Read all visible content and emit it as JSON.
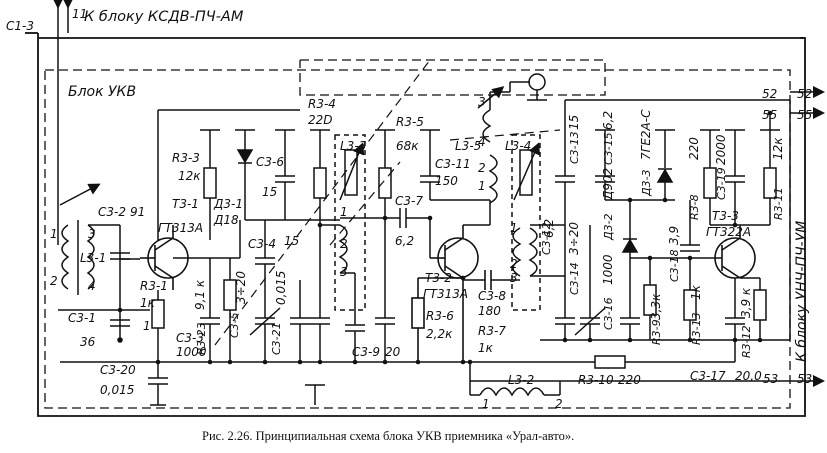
{
  "top_label": "К блоку КСДВ-ПЧ-АМ",
  "right_label": "К блоку УНЧ-ПЧ-УМ",
  "block_title": "Блок УКВ",
  "caption": "Рис. 2.26. Принципиальная схема блока УКВ приемника «Урал-авто».",
  "colors": {
    "ink": "#111111",
    "paper": "#ffffff"
  },
  "labels": [
    {
      "id": "c1_3",
      "text": "C1-3"
    },
    {
      "id": "term11",
      "text": "11"
    },
    {
      "id": "c3_2",
      "text": "C3-2"
    },
    {
      "id": "c3_2v",
      "text": "91"
    },
    {
      "id": "l3_1",
      "text": "L3-1"
    },
    {
      "id": "l31_1",
      "text": "1"
    },
    {
      "id": "l31_2",
      "text": "2"
    },
    {
      "id": "l31_3",
      "text": "3"
    },
    {
      "id": "l31_4",
      "text": "4"
    },
    {
      "id": "c3_1",
      "text": "C3-1"
    },
    {
      "id": "c3_1v",
      "text": "36"
    },
    {
      "id": "gnd1",
      "text": "1"
    },
    {
      "id": "t3_1",
      "text": "T3-1"
    },
    {
      "id": "t3_1t",
      "text": "ГТ313А"
    },
    {
      "id": "r3_1",
      "text": "R3-1"
    },
    {
      "id": "r3_1v",
      "text": "1к"
    },
    {
      "id": "c3_20",
      "text": "C3-20"
    },
    {
      "id": "c3_20v",
      "text": "0,015"
    },
    {
      "id": "r3_3",
      "text": "R3-3"
    },
    {
      "id": "r3_3v",
      "text": "12к"
    },
    {
      "id": "c3_6",
      "text": "C3-6"
    },
    {
      "id": "c3_6v",
      "text": "15"
    },
    {
      "id": "d3_1",
      "text": "Д3-1"
    },
    {
      "id": "d3_1t",
      "text": "Д18"
    },
    {
      "id": "c3_3",
      "text": "C3-3"
    },
    {
      "id": "c3_3v",
      "text": "1000"
    },
    {
      "id": "r3_23",
      "text": "R3-23"
    },
    {
      "id": "r3_23v",
      "text": "9,1 к"
    },
    {
      "id": "c3_4",
      "text": "C3-4"
    },
    {
      "id": "c3_4v",
      "text": "15"
    },
    {
      "id": "c3_5",
      "text": "C3-5"
    },
    {
      "id": "c3_5v",
      "text": "3÷20"
    },
    {
      "id": "c3_21",
      "text": "C3-21"
    },
    {
      "id": "c3_21v",
      "text": "0,015"
    },
    {
      "id": "r3_4",
      "text": "R3-4"
    },
    {
      "id": "r3_4v",
      "text": "22D"
    },
    {
      "id": "l3_3",
      "text": "L3-3"
    },
    {
      "id": "l33_1",
      "text": "1"
    },
    {
      "id": "l33_2",
      "text": "2"
    },
    {
      "id": "l33_3",
      "text": "3"
    },
    {
      "id": "c3_9",
      "text": "C3-9"
    },
    {
      "id": "c3_9v",
      "text": "20"
    },
    {
      "id": "r3_5",
      "text": "R3-5"
    },
    {
      "id": "r3_5v",
      "text": "68к"
    },
    {
      "id": "c3_7",
      "text": "C3-7"
    },
    {
      "id": "c3_7v",
      "text": "6,2"
    },
    {
      "id": "l3_5",
      "text": "L3-5"
    },
    {
      "id": "l35_3",
      "text": "3"
    },
    {
      "id": "l35_4",
      "text": "4"
    },
    {
      "id": "l35_2",
      "text": "2"
    },
    {
      "id": "l35_1",
      "text": "1"
    },
    {
      "id": "c3_11",
      "text": "C3-11"
    },
    {
      "id": "c3_11v",
      "text": "150"
    },
    {
      "id": "t3_2",
      "text": "T3-2"
    },
    {
      "id": "t3_2t",
      "text": "ГТ313А"
    },
    {
      "id": "r3_6",
      "text": "R3-6"
    },
    {
      "id": "r3_6v",
      "text": "2,2к"
    },
    {
      "id": "c3_8",
      "text": "C3-8"
    },
    {
      "id": "c3_8v",
      "text": "180"
    },
    {
      "id": "r3_7",
      "text": "R3-7"
    },
    {
      "id": "r3_7v",
      "text": "1к"
    },
    {
      "id": "l3_4",
      "text": "L3-4"
    },
    {
      "id": "l34_1",
      "text": "1"
    },
    {
      "id": "l34_2",
      "text": "2"
    },
    {
      "id": "l34_3",
      "text": "3"
    },
    {
      "id": "c3_13",
      "text": "C3-13"
    },
    {
      "id": "c3_13v",
      "text": "15"
    },
    {
      "id": "c3_12",
      "text": "C3-12"
    },
    {
      "id": "c3_12v",
      "text": "6,2"
    },
    {
      "id": "c3_14",
      "text": "C3-14"
    },
    {
      "id": "c3_14v",
      "text": "3÷20"
    },
    {
      "id": "c3_15",
      "text": "C3-15"
    },
    {
      "id": "c3_15v",
      "text": "6,2"
    },
    {
      "id": "d3_2",
      "text": "Д3-2"
    },
    {
      "id": "d3_2t",
      "text": "Д902"
    },
    {
      "id": "c3_16",
      "text": "C3-16"
    },
    {
      "id": "c3_16v",
      "text": "1000"
    },
    {
      "id": "d3_3",
      "text": "Д3-3"
    },
    {
      "id": "d3_3t",
      "text": "7ГЕ2А-С"
    },
    {
      "id": "r3_9",
      "text": "R3-9"
    },
    {
      "id": "r3_9v",
      "text": "3,3к"
    },
    {
      "id": "c3_18",
      "text": "C3-18"
    },
    {
      "id": "c3_18v",
      "text": "3,9"
    },
    {
      "id": "r3_13",
      "text": "R3-13"
    },
    {
      "id": "r3_13v",
      "text": "1к"
    },
    {
      "id": "r3_8",
      "text": "R3-8"
    },
    {
      "id": "r3_8v",
      "text": "220"
    },
    {
      "id": "c3_19",
      "text": "C3-19"
    },
    {
      "id": "c3_19v",
      "text": "2000"
    },
    {
      "id": "t3_3",
      "text": "T3-3"
    },
    {
      "id": "t3_3t",
      "text": "ГТ322А"
    },
    {
      "id": "r3_11",
      "text": "R3-11"
    },
    {
      "id": "r3_11v",
      "text": "12к"
    },
    {
      "id": "r3_12",
      "text": "R3-12"
    },
    {
      "id": "r3_12v",
      "text": "3,9 к"
    },
    {
      "id": "c3_17",
      "text": "C3-17"
    },
    {
      "id": "c3_17v",
      "text": "20,0"
    },
    {
      "id": "r3_10",
      "text": "R3-10"
    },
    {
      "id": "r3_10v",
      "text": "220"
    },
    {
      "id": "l3_2",
      "text": "L3-2"
    },
    {
      "id": "l32_1",
      "text": "1"
    },
    {
      "id": "l32_2",
      "text": "2"
    },
    {
      "id": "t52a",
      "text": "52"
    },
    {
      "id": "t52b",
      "text": "52"
    },
    {
      "id": "t55a",
      "text": "55"
    },
    {
      "id": "t55b",
      "text": "55"
    },
    {
      "id": "t53a",
      "text": "53"
    },
    {
      "id": "t53b",
      "text": "53"
    }
  ]
}
